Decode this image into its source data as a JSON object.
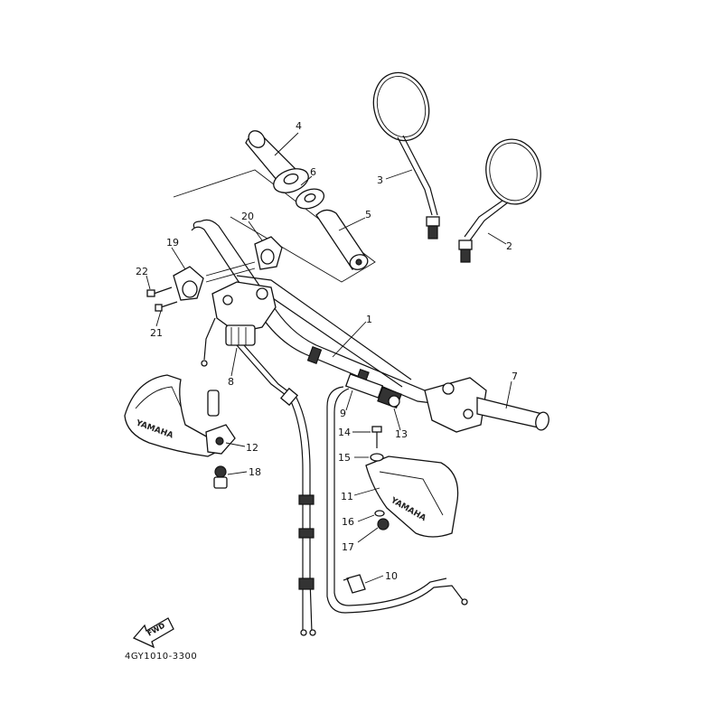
{
  "diagram": {
    "drawing_code": "4GY1010-3300",
    "fwd_label": "FWD",
    "brand_text": "YAMAHA",
    "callouts": [
      "1",
      "2",
      "3",
      "4",
      "5",
      "6",
      "7",
      "8",
      "9",
      "10",
      "11",
      "12",
      "13",
      "14",
      "15",
      "16",
      "17",
      "18",
      "19",
      "20",
      "21",
      "22"
    ]
  }
}
